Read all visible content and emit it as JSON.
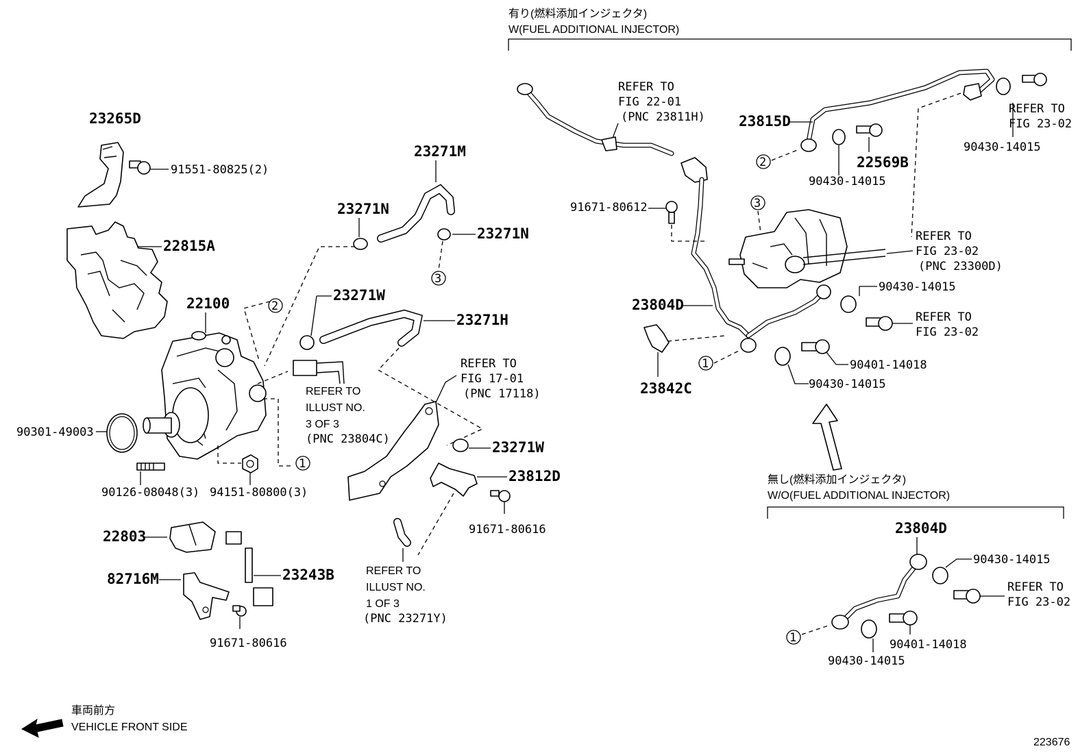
{
  "header_right": {
    "with_jp": "有り(燃料添加インジェクタ)",
    "with_en": "W(FUEL ADDITIONAL INJECTOR)",
    "without_jp": "無し(燃料添加インジェクタ)",
    "without_en": "W/O(FUEL ADDITIONAL INJECTOR)"
  },
  "front": {
    "jp": "車両前方",
    "en": "VEHICLE FRONT SIDE"
  },
  "illustration_number": "223676",
  "circle_refs": [
    "1",
    "2",
    "3"
  ],
  "parts_left": {
    "p23265D": "23265D",
    "p91551": "91551-80825(2)",
    "p22815A": "22815A",
    "p22100": "22100",
    "p90301": "90301-49003",
    "p90126": "90126-08048(3)",
    "p94151": "94151-80800(3)",
    "p22803": "22803",
    "p82716M": "82716M",
    "p23243B": "23243B",
    "p91671b": "91671-80616"
  },
  "parts_mid": {
    "p23271M": "23271M",
    "p23271N_a": "23271N",
    "p23271N_b": "23271N",
    "p23271W_a": "23271W",
    "p23271H": "23271H",
    "p23271W_b": "23271W",
    "p23812D": "23812D",
    "p91671c": "91671-80616",
    "refer_illust3": [
      "REFER TO",
      "ILLUST NO.",
      "3 OF 3",
      "(PNC 23804C)"
    ],
    "refer_fig1701": [
      "REFER TO",
      "FIG 17-01",
      "(PNC 17118)"
    ],
    "refer_illust1": [
      "REFER TO",
      "ILLUST NO.",
      "1 OF 3",
      "(PNC 23271Y)"
    ]
  },
  "parts_right": {
    "refer_fig2201": [
      "REFER TO",
      "FIG 22-01",
      "(PNC 23811H)"
    ],
    "p23815D": "23815D",
    "p22569B": "22569B",
    "p90430_a": "90430-14015",
    "p90430_b": "90430-14015",
    "refer_fig2302_a": [
      "REFER TO",
      "FIG 23-02"
    ],
    "p91671a": "91671-80612",
    "refer_fig2302_b": [
      "REFER TO",
      "FIG 23-02",
      "(PNC 23300D)"
    ],
    "p90430_c": "90430-14015",
    "refer_fig2302_c": [
      "REFER TO",
      "FIG 23-02"
    ],
    "p23804D_a": "23804D",
    "p90401_a": "90401-14018",
    "p90430_d": "90430-14015",
    "p23842C": "23842C",
    "p23804D_b": "23804D",
    "p90430_e": "90430-14015",
    "refer_fig2302_d": [
      "REFER TO",
      "FIG 23-02"
    ],
    "p90401_b": "90401-14018",
    "p90430_f": "90430-14015"
  }
}
